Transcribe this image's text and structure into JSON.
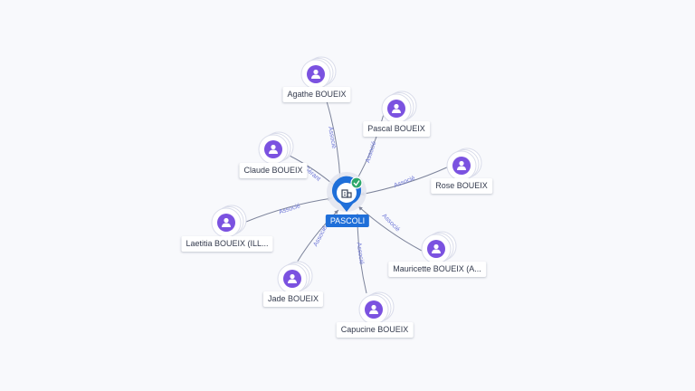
{
  "center": {
    "label": "PASCOLI",
    "icon": "company-building-icon",
    "badge_icon": "verified-check-icon",
    "color": "#1f6fd9",
    "badge_color": "#2ea86b"
  },
  "node_color": "#7b52e0",
  "edge_color": "#7d849b",
  "edge_label_color": "#6f78d8",
  "nodes": [
    {
      "id": "agathe",
      "label": "Agathe BOUEIX",
      "edge_label": "Associé"
    },
    {
      "id": "pascal",
      "label": "Pascal BOUEIX",
      "edge_label": "Associé"
    },
    {
      "id": "claude",
      "label": "Claude BOUEIX",
      "edge_label": "Gérant"
    },
    {
      "id": "rose",
      "label": "Rose BOUEIX",
      "edge_label": "Associé"
    },
    {
      "id": "laetitia",
      "label": "Laetitia BOUEIX (ILL...",
      "edge_label": "Associé"
    },
    {
      "id": "mauricette",
      "label": "Mauricette BOUEIX (A...",
      "edge_label": "Associé"
    },
    {
      "id": "jade",
      "label": "Jade BOUEIX",
      "edge_label": "Associé"
    },
    {
      "id": "capucine",
      "label": "Capucine BOUEIX",
      "edge_label": "Associé"
    }
  ]
}
